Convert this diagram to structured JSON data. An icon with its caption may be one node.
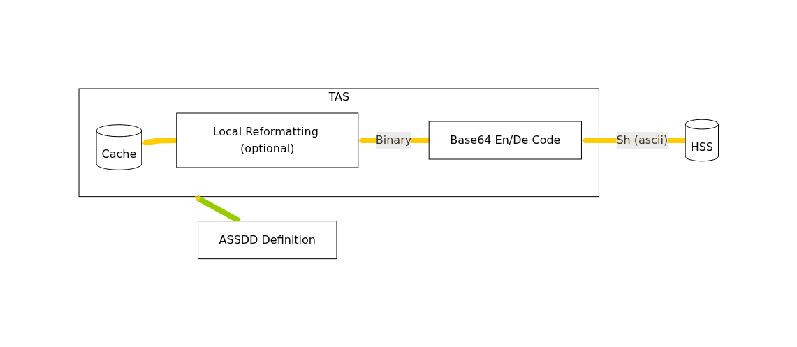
{
  "diagram": {
    "nodes": [
      {
        "text": [
          "ASSDD Definition"
        ]
      },
      {
        "text": [
          "TAS"
        ]
      },
      {
        "text": [
          "Cache"
        ],
        "in": 1
      },
      {
        "text": [
          "Local Reformatting (optional)"
        ],
        "in": 1
      },
      {
        "text": [
          "Base64 En/De Code"
        ],
        "in": 1
      },
      {
        "text": [
          "HSS"
        ]
      }
    ],
    "edges": [
      {
        "from": 5,
        "to": 4,
        "arrow": "to",
        "label": "Sh (ascii)"
      },
      {
        "from": 4,
        "to": 3,
        "arrow": "to",
        "label": "Binary"
      },
      {
        "from": 3,
        "to": 2,
        "arrow": "to"
      },
      {
        "from": 0,
        "to": 1,
        "arrow": "to",
        "color": "#99cc00"
      }
    ]
  }
}
